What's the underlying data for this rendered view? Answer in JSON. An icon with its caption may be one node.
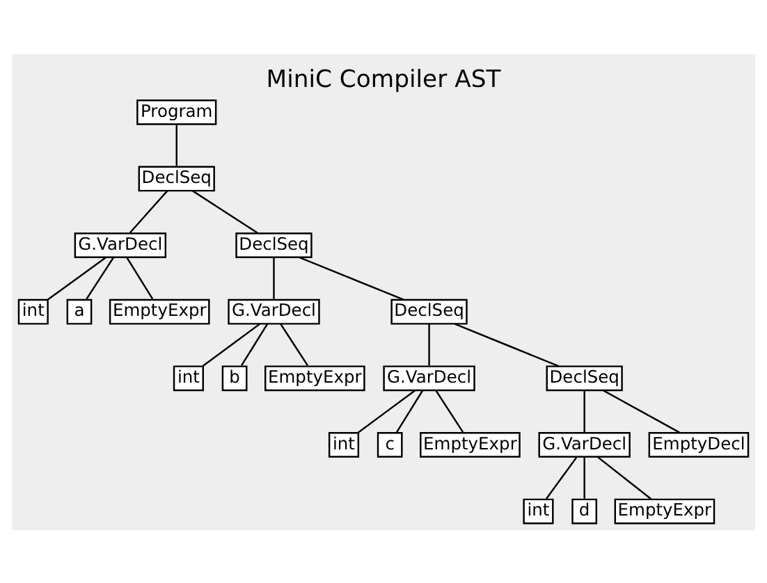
{
  "diagram": {
    "title": "MiniC Compiler AST",
    "nodes": [
      {
        "text": [
          "Program"
        ]
      },
      {
        "text": [
          "DeclSeq"
        ]
      },
      {
        "text": [
          "G.VarDecl"
        ]
      },
      {
        "text": [
          "int"
        ]
      },
      {
        "text": [
          "a"
        ]
      },
      {
        "text": [
          "EmptyExpr"
        ]
      },
      {
        "text": [
          "DeclSeq"
        ]
      },
      {
        "text": [
          "G.VarDecl"
        ]
      },
      {
        "text": [
          "int"
        ]
      },
      {
        "text": [
          "b"
        ]
      },
      {
        "text": [
          "EmptyExpr"
        ]
      },
      {
        "text": [
          "DeclSeq"
        ]
      },
      {
        "text": [
          "G.VarDecl"
        ]
      },
      {
        "text": [
          "int"
        ]
      },
      {
        "text": [
          "c"
        ]
      },
      {
        "text": [
          "EmptyExpr"
        ]
      },
      {
        "text": [
          "DeclSeq"
        ]
      },
      {
        "text": [
          "G.VarDecl"
        ]
      },
      {
        "text": [
          "int"
        ]
      },
      {
        "text": [
          "d"
        ]
      },
      {
        "text": [
          "EmptyExpr"
        ]
      },
      {
        "text": [
          "EmptyDecl"
        ]
      }
    ],
    "edges": [
      {
        "from": 0,
        "to": 1,
        "arrow": "none"
      },
      {
        "from": 1,
        "to": 2,
        "arrow": "none"
      },
      {
        "from": 1,
        "to": 6,
        "arrow": "none"
      },
      {
        "from": 2,
        "to": 3,
        "arrow": "none"
      },
      {
        "from": 2,
        "to": 4,
        "arrow": "none"
      },
      {
        "from": 2,
        "to": 5,
        "arrow": "none"
      },
      {
        "from": 6,
        "to": 7,
        "arrow": "none"
      },
      {
        "from": 6,
        "to": 11,
        "arrow": "none"
      },
      {
        "from": 7,
        "to": 8,
        "arrow": "none"
      },
      {
        "from": 7,
        "to": 9,
        "arrow": "none"
      },
      {
        "from": 7,
        "to": 10,
        "arrow": "none"
      },
      {
        "from": 11,
        "to": 12,
        "arrow": "none"
      },
      {
        "from": 11,
        "to": 16,
        "arrow": "none"
      },
      {
        "from": 12,
        "to": 13,
        "arrow": "none"
      },
      {
        "from": 12,
        "to": 14,
        "arrow": "none"
      },
      {
        "from": 12,
        "to": 15,
        "arrow": "none"
      },
      {
        "from": 16,
        "to": 17,
        "arrow": "none"
      },
      {
        "from": 16,
        "to": 21,
        "arrow": "none"
      },
      {
        "from": 17,
        "to": 18,
        "arrow": "none"
      },
      {
        "from": 17,
        "to": 19,
        "arrow": "none"
      },
      {
        "from": 17,
        "to": 20,
        "arrow": "none"
      }
    ]
  }
}
